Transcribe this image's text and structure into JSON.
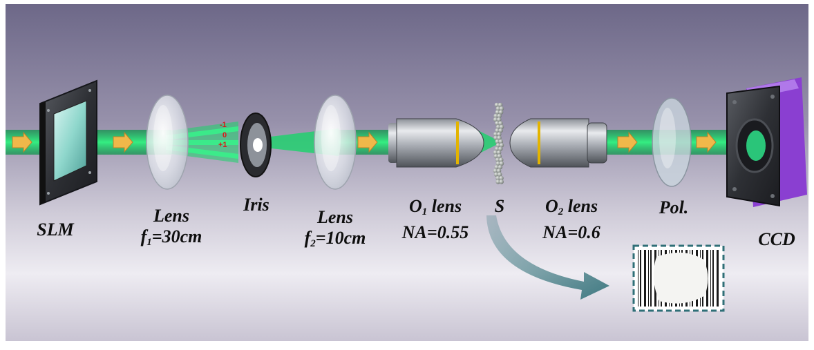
{
  "labels": {
    "slm": "SLM",
    "lens1_name": "Lens",
    "lens1_focal_symbol": "f",
    "lens1_focal_sub": "1",
    "lens1_focal_value": "=30cm",
    "iris": "Iris",
    "lens2_name": "Lens",
    "lens2_focal_symbol": "f",
    "lens2_focal_sub": "2",
    "lens2_focal_value": "=10cm",
    "o1_symbol": "O",
    "o1_sub": "1",
    "o1_text": " lens",
    "o1_na": "NA=0.55",
    "sample": "S",
    "o2_symbol": "O",
    "o2_sub": "2",
    "o2_text": " lens",
    "o2_na": "NA=0.6",
    "polarizer": "Pol.",
    "ccd": "CCD"
  },
  "diffraction_orders": [
    "-1",
    "0",
    "+1"
  ],
  "colors": {
    "beam": "#19d36a",
    "arrow": "#f0b84a",
    "order_text": "#d61a1a",
    "camera_accent": "#8a3fd1",
    "inset_border": "#2f6f77",
    "background_top": "#6d6888",
    "background_bottom": "#f1eff4"
  }
}
